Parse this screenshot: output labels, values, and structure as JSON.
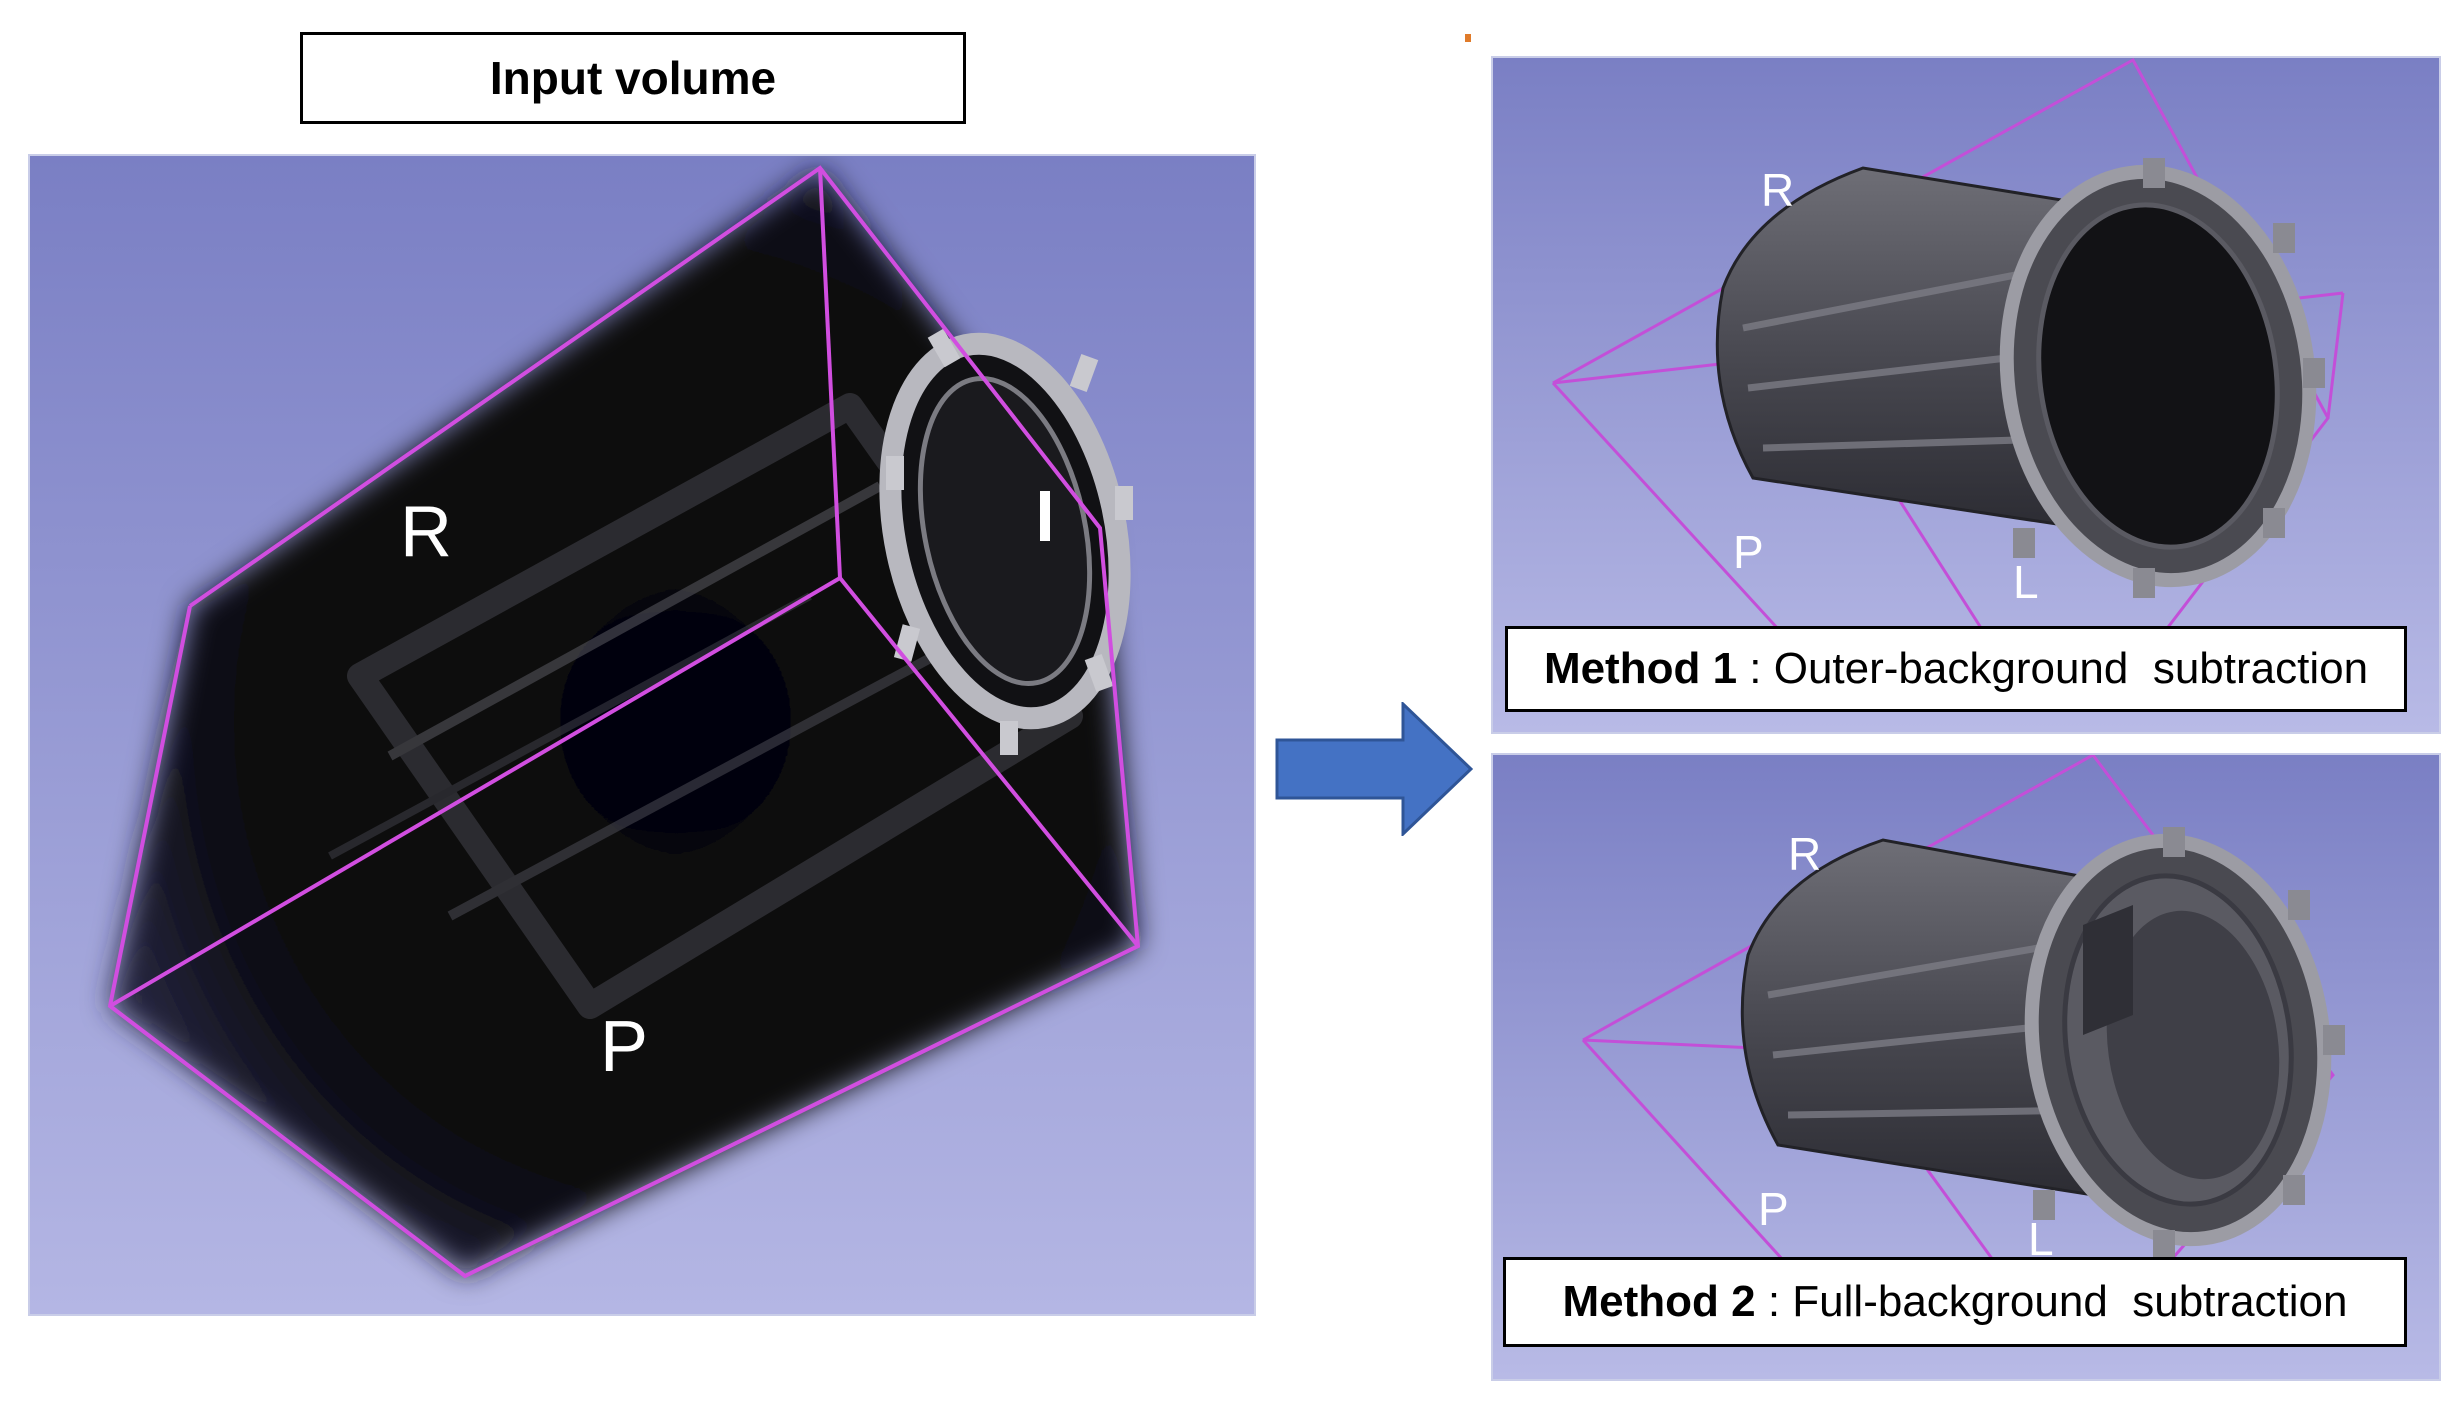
{
  "input_title": "Input volume",
  "orientation_labels": {
    "r": "R",
    "p": "P",
    "l": "L"
  },
  "method1": {
    "name": "Method 1",
    "separator": " : ",
    "description": "Outer-background  subtraction"
  },
  "method2": {
    "name": "Method 2",
    "separator": " : ",
    "description": "Full-background  subtraction"
  },
  "colors": {
    "background_top": "#7a7fc4",
    "background_bottom": "#b4b6e4",
    "bounding_box": "#d14ee0",
    "arrow": "#4472c4",
    "arrow_stroke": "#2f5597"
  }
}
